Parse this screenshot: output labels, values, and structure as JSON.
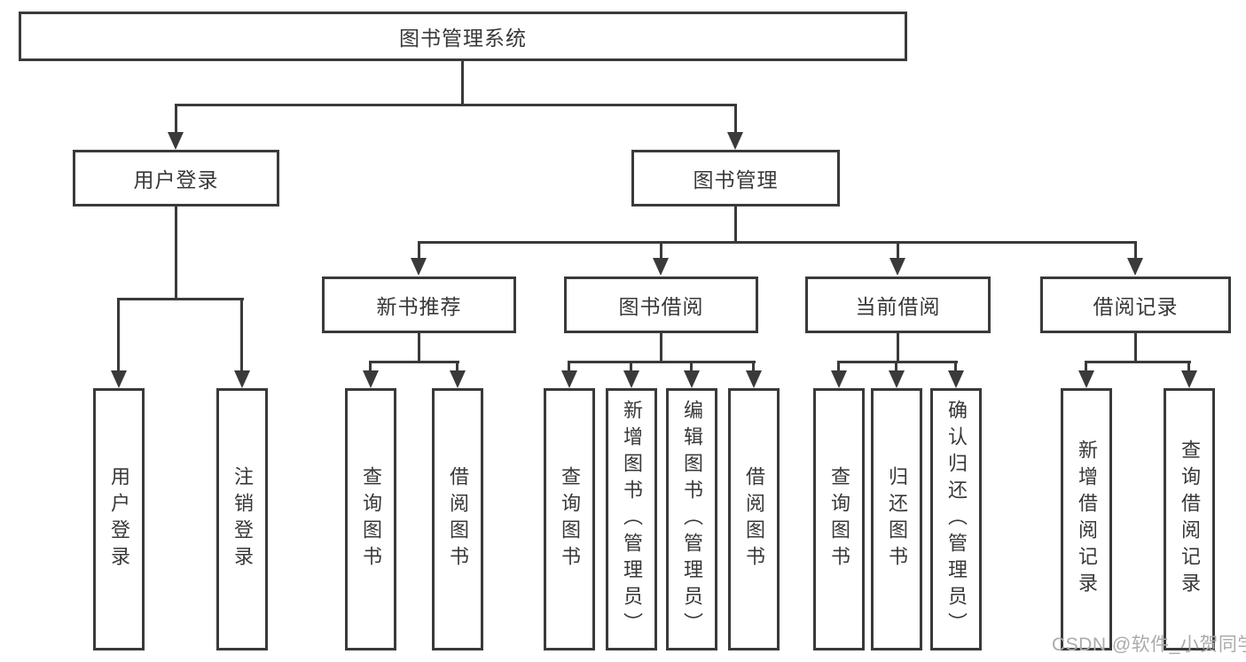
{
  "nodes": {
    "root": "图书管理系统",
    "level2": [
      "用户登录",
      "图书管理"
    ],
    "level3": [
      "新书推荐",
      "图书借阅",
      "当前借阅",
      "借阅记录"
    ],
    "leaves_user_login": [
      "用户登录",
      "注销登录"
    ],
    "leaves_new_books": [
      "查询图书",
      "借阅图书"
    ],
    "leaves_book_borrow": [
      "查询图书",
      "新增图书（管理员）",
      "编辑图书（管理员）",
      "借阅图书"
    ],
    "leaves_current_borrow": [
      "查询图书",
      "归还图书",
      "确认归还（管理员）"
    ],
    "leaves_borrow_records": [
      "新增借阅记录",
      "查询借阅记录"
    ]
  },
  "watermark": "CSDN @软件_小贺同学",
  "colors": {
    "line": "#3a3a3a",
    "text": "#383838",
    "background": "#ffffff",
    "watermark": "#ababab"
  }
}
